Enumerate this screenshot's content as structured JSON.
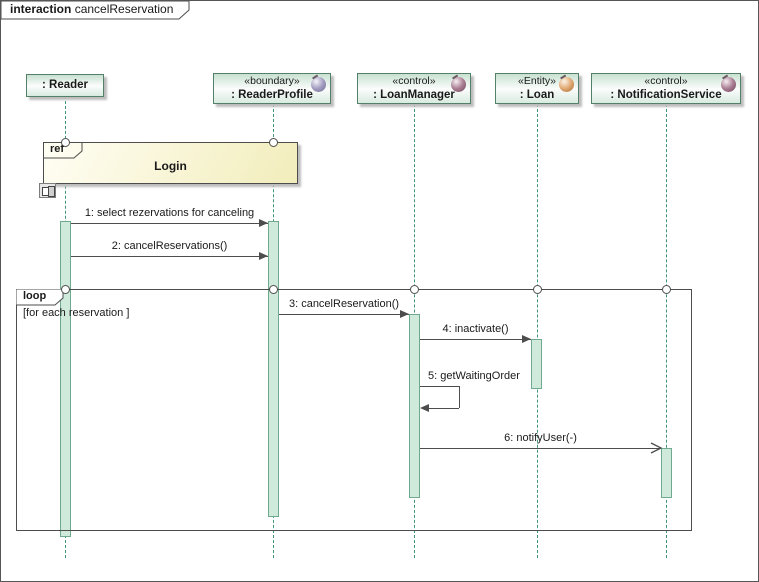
{
  "title": {
    "keyword": "interaction",
    "name": "cancelReservation"
  },
  "lifelines": [
    {
      "name": ": Reader",
      "stereotype": "",
      "icon": ""
    },
    {
      "name": ": ReaderProfile",
      "stereotype": "«boundary»",
      "icon": "boundary-icon"
    },
    {
      "name": ": LoanManager",
      "stereotype": "«control»",
      "icon": "control-icon"
    },
    {
      "name": ": Loan",
      "stereotype": "«Entity»",
      "icon": "entity-icon"
    },
    {
      "name": ": NotificationService",
      "stereotype": "«control»",
      "icon": "control-icon"
    }
  ],
  "fragments": {
    "ref": {
      "operator": "ref",
      "body": "Login"
    },
    "loop": {
      "operator": "loop",
      "guard": "[for each reservation ]"
    }
  },
  "messages": [
    {
      "label": "1: select rezervations for canceling",
      "kind": "sync",
      "from": ": Reader",
      "to": ": ReaderProfile"
    },
    {
      "label": "2: cancelReservations()",
      "kind": "sync",
      "from": ": Reader",
      "to": ": ReaderProfile"
    },
    {
      "label": "3: cancelReservation()",
      "kind": "sync",
      "from": ": ReaderProfile",
      "to": ": LoanManager"
    },
    {
      "label": "4: inactivate()",
      "kind": "sync",
      "from": ": LoanManager",
      "to": ": Loan"
    },
    {
      "label": "5: getWaitingOrder",
      "kind": "self",
      "from": ": LoanManager",
      "to": ": LoanManager"
    },
    {
      "label": "6: notifyUser(-)",
      "kind": "async",
      "from": ": LoanManager",
      "to": ": NotificationService"
    }
  ],
  "colors": {
    "frame_border": "#565656",
    "lifeline_dash": "#3f9378",
    "head_fill": "#c8e1d1",
    "head_border": "#54806a",
    "activation_fill": "#cfe9da",
    "activation_border": "#6fa98e",
    "ref_fill": "#f2edbb",
    "message_line": "#4d4d4d",
    "boundary_icon": "#a39dc0",
    "control_icon": "#a97d92",
    "entity_icon": "#e0a873",
    "shadow": "#bdbdbd"
  }
}
